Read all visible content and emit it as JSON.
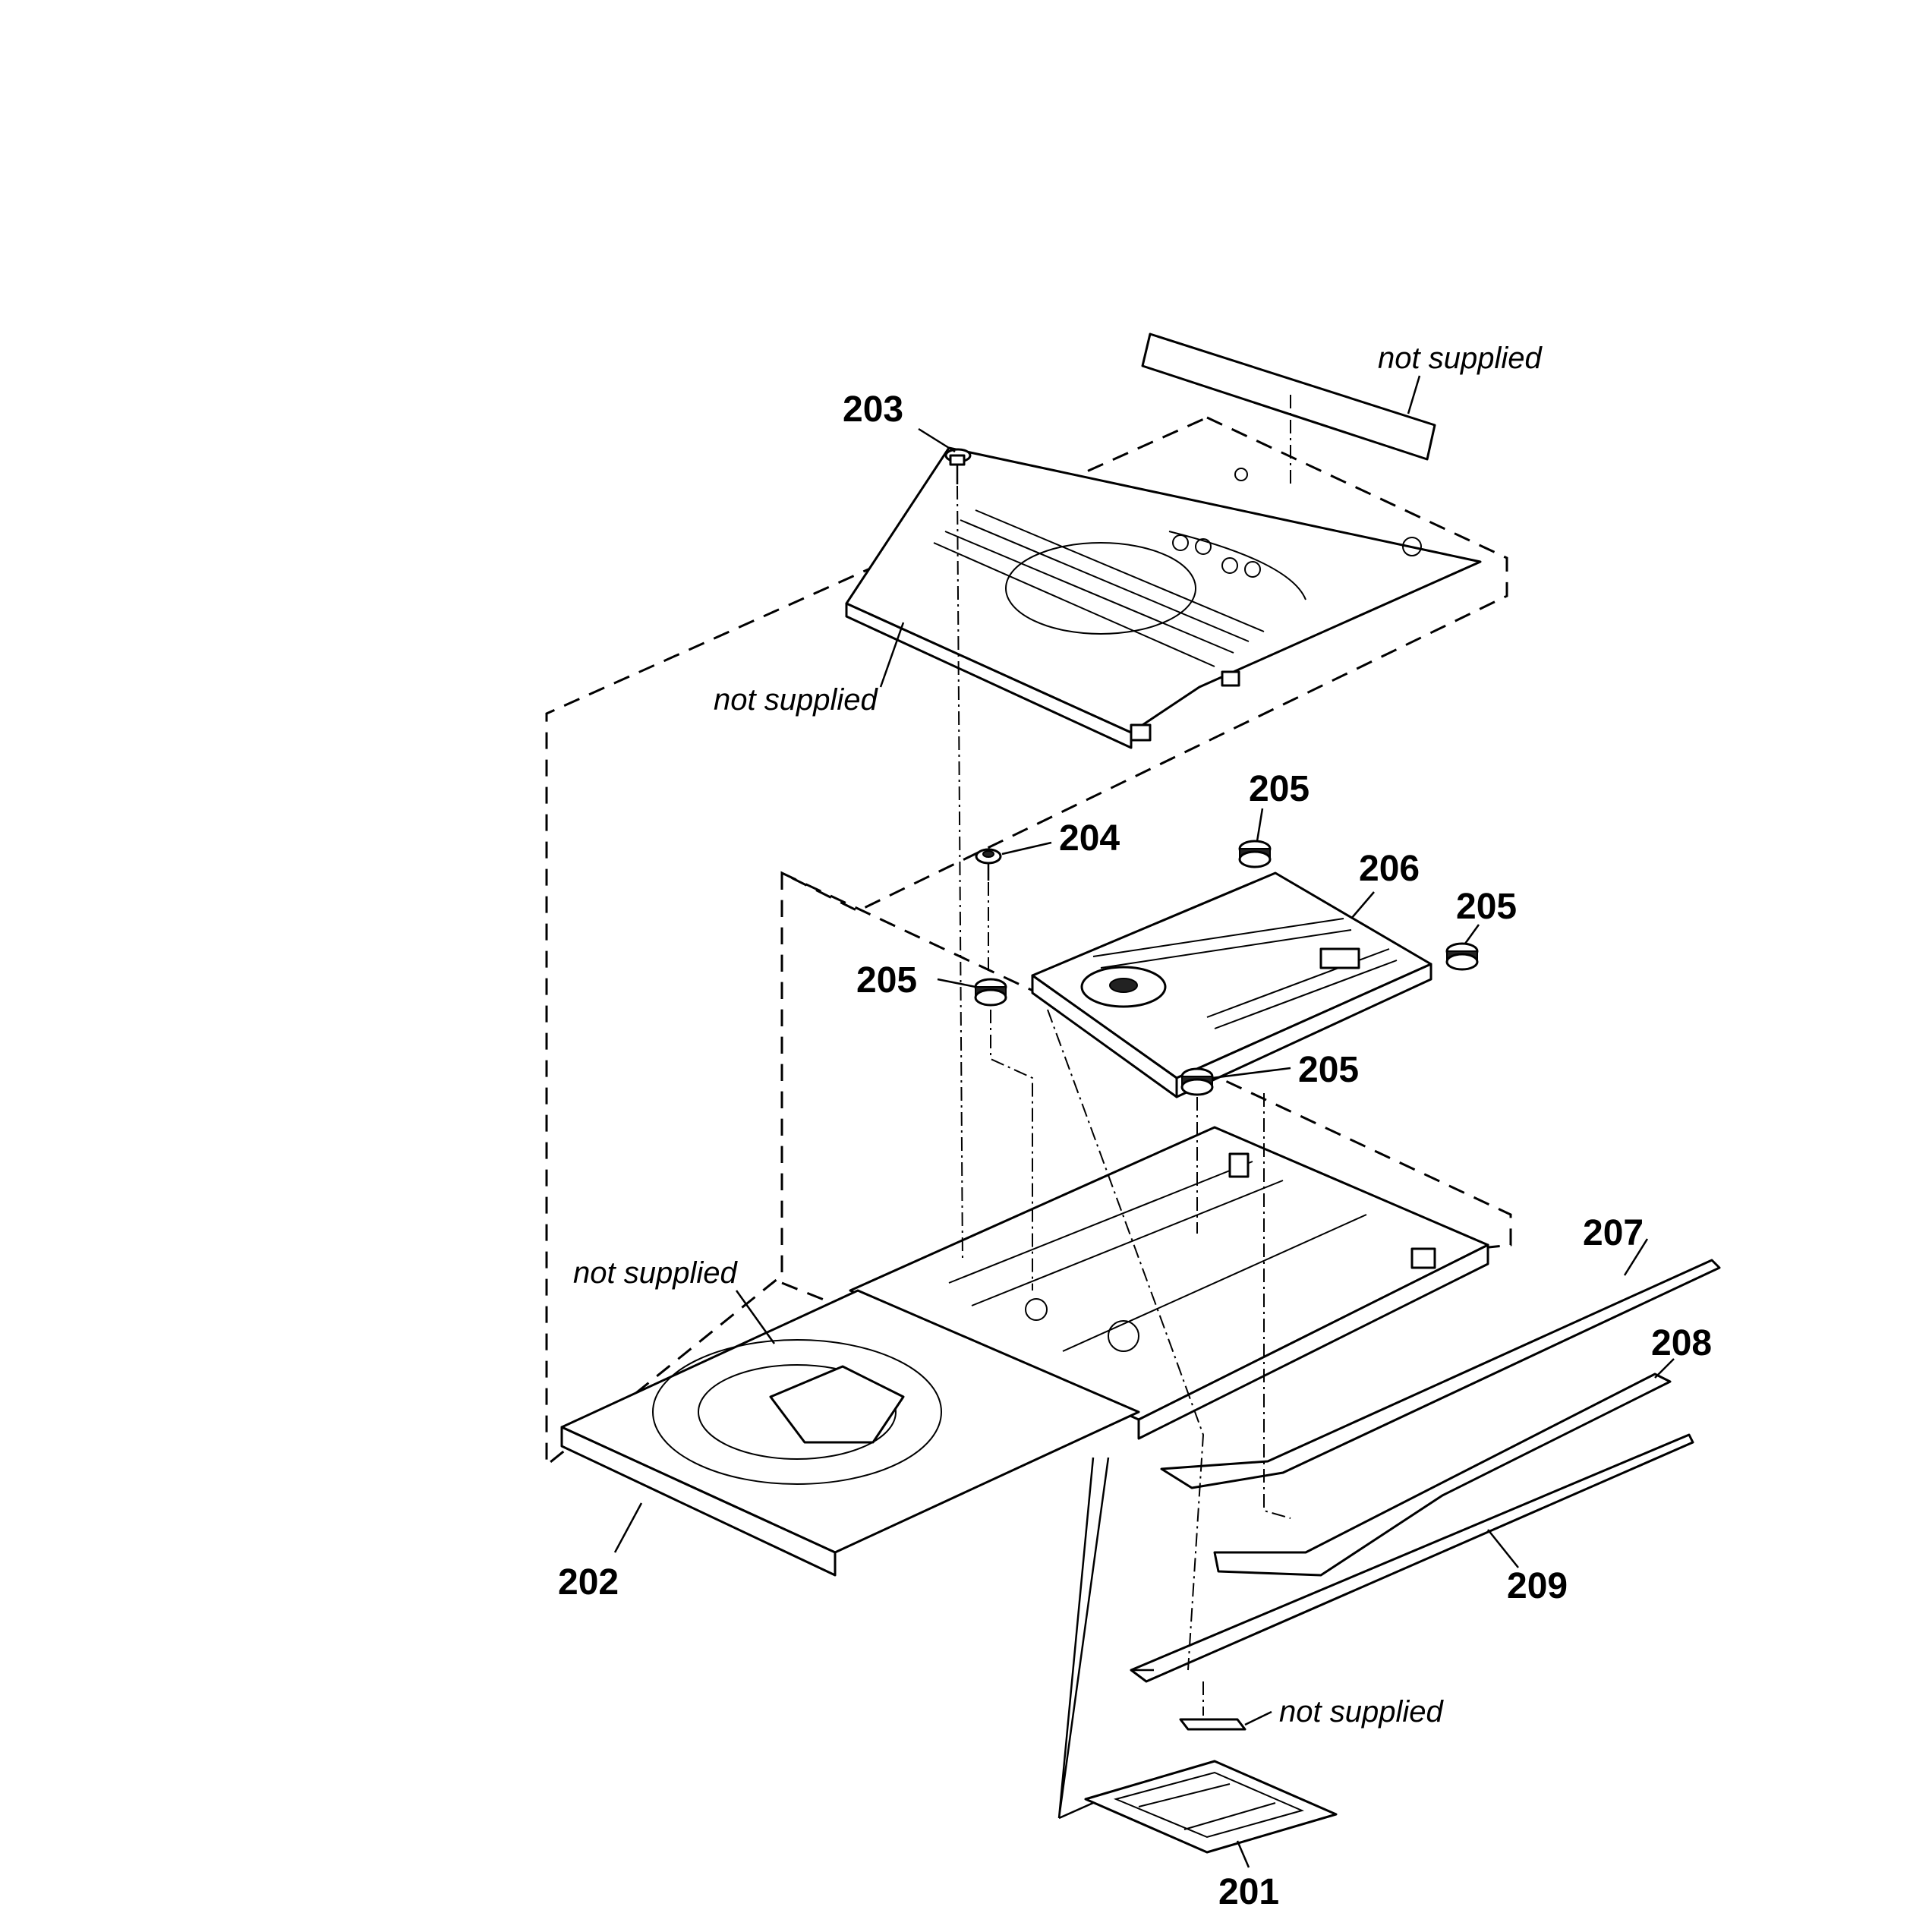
{
  "diagram": {
    "not_supplied_text": "not supplied",
    "callouts": {
      "c201": "201",
      "c202": "202",
      "c203": "203",
      "c204": "204",
      "c205a": "205",
      "c205b": "205",
      "c205c": "205",
      "c205d": "205",
      "c206": "206",
      "c207": "207",
      "c208": "208",
      "c209": "209"
    },
    "notes": {
      "n_label_plate": "not supplied",
      "n_top_cover": "not supplied",
      "n_tray": "not supplied",
      "n_small_part": "not supplied"
    }
  }
}
